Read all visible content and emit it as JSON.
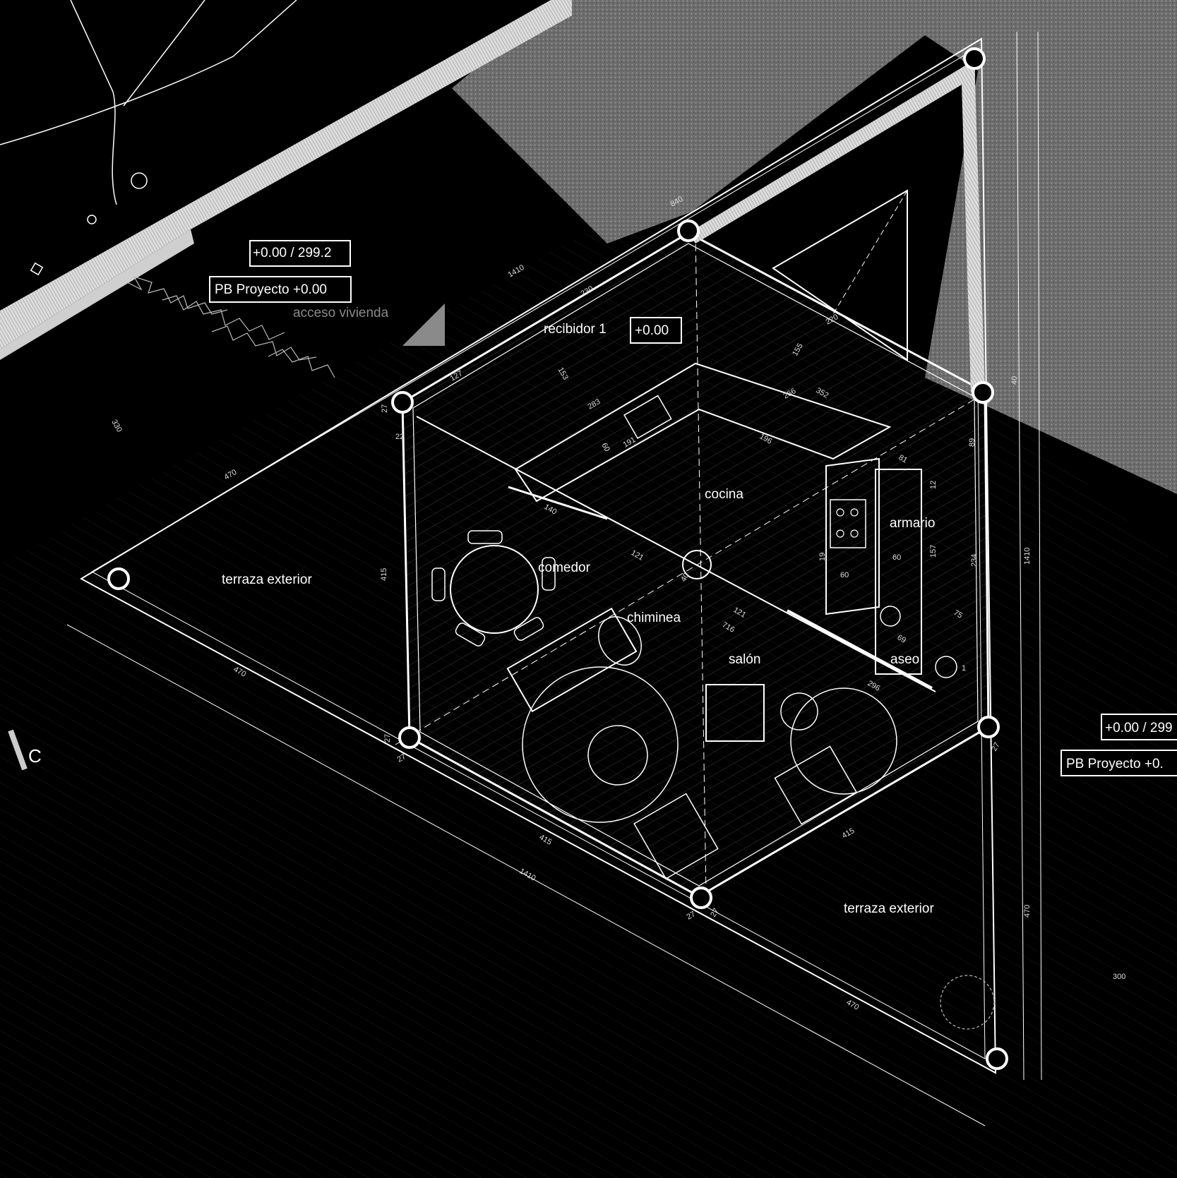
{
  "levels": {
    "top_left_elev": "+0.00 / 299.2",
    "top_left_pb": "PB Proyecto +0.00",
    "right_elev": "+0.00 / 299",
    "right_pb": "PB Proyecto +0.",
    "recibidor_level": "+0.00"
  },
  "rooms": {
    "acceso": "acceso vivienda",
    "recibidor": "recibidor 1",
    "cocina": "cocina",
    "armario": "armario",
    "comedor": "comedor",
    "chiminea": "chiminea",
    "salon": "salón",
    "aseo": "aseo",
    "terraza_left": "terraza exterior",
    "terraza_bottom": "terraza exterior"
  },
  "section_mark": "C",
  "dimensions": {
    "d840": "840",
    "d1410a": "1410",
    "d1410b": "1410",
    "d1410c": "1410",
    "d470a": "470",
    "d470b": "470",
    "d470c": "470",
    "d470d": "470",
    "d415a": "415",
    "d415b": "415",
    "d415c": "415",
    "d330": "330",
    "d300": "300",
    "d127": "127",
    "d153": "153",
    "d155": "155",
    "d220": "220",
    "d230": "230",
    "d283": "283",
    "d266": "266",
    "d352": "352",
    "d196": "196",
    "d191": "191",
    "d60a": "60",
    "d60b": "60",
    "d60c": "60",
    "d140": "140",
    "d121a": "121",
    "d121b": "121",
    "d716": "716",
    "d296": "296",
    "d81": "81",
    "d89": "89",
    "d157": "157",
    "d234": "234",
    "d75": "75",
    "d69": "69",
    "d12": "12",
    "d40a": "40",
    "d40b": "40",
    "d27a": "27",
    "d27b": "27",
    "d27c": "27",
    "d27d": "27",
    "d27e": "27",
    "d27f": "27",
    "d22": "22",
    "d19": "19",
    "d1": "1"
  }
}
